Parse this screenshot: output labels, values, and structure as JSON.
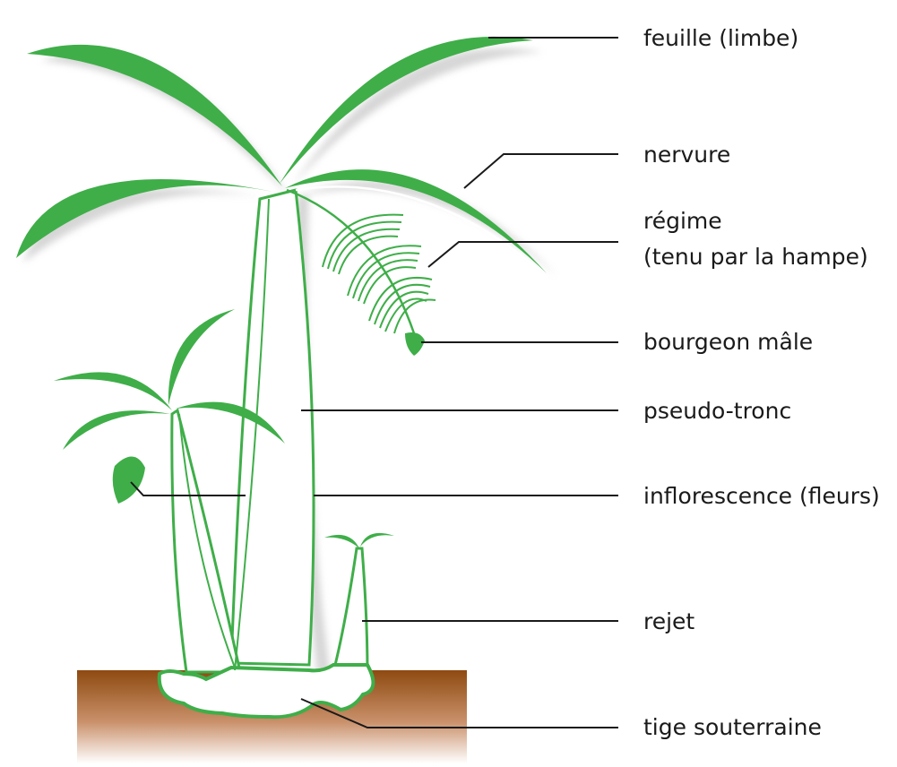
{
  "colors": {
    "leaf": "#3fae49",
    "leaf_stroke": "#2f9a3c",
    "trunk_outline": "#3fae49",
    "soil_top": "#8e4a10",
    "soil_bottom": "#ffffff",
    "shadow": "#cfcfcf",
    "leader_line": "#1a1a1a",
    "vein": "#ffffff"
  },
  "labels": {
    "feuille": "feuille (limbe)",
    "nervure": "nervure",
    "regime_line1": "régime",
    "regime_line2": "(tenu par la hampe)",
    "bourgeon": "bourgeon mâle",
    "pseudo_tronc": "pseudo-tronc",
    "inflorescence": "inflorescence (fleurs)",
    "rejet": "rejet",
    "tige": "tige souterraine"
  }
}
